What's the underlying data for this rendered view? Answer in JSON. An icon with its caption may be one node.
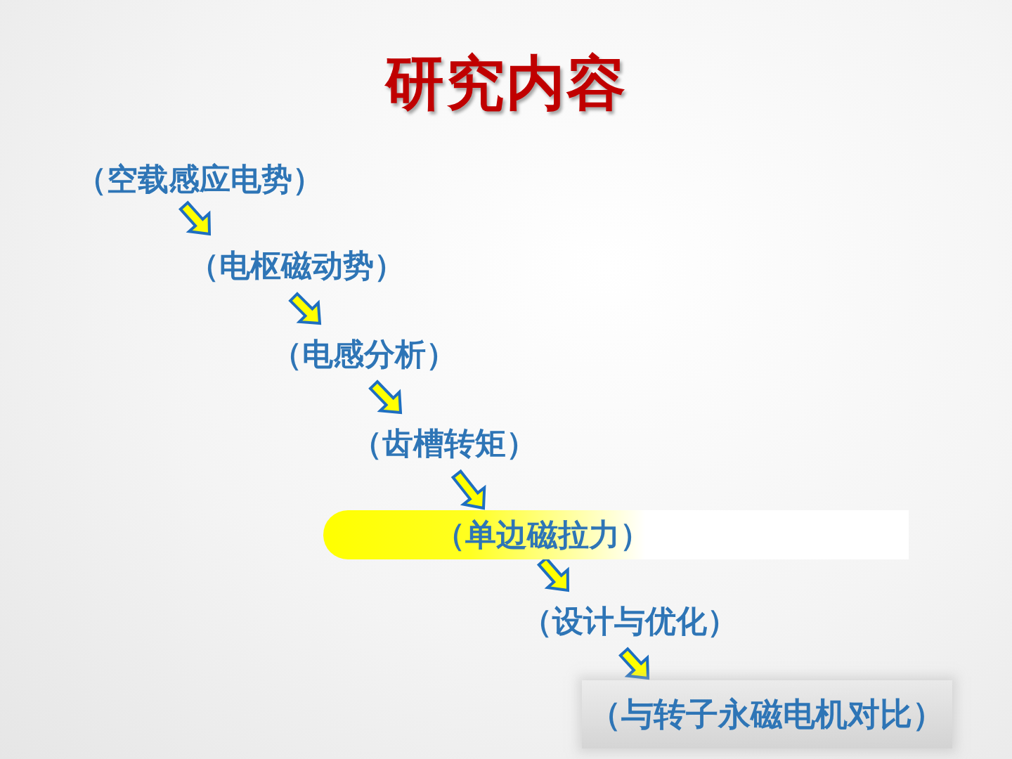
{
  "diagram": {
    "title": "研究内容",
    "nodes": [
      {
        "text": [
          "（空载感应电势）"
        ]
      },
      {
        "text": [
          "（电枢磁动势）"
        ]
      },
      {
        "text": [
          "（电感分析）"
        ]
      },
      {
        "text": [
          "（齿槽转矩）"
        ]
      },
      {
        "text": [
          "（单边磁拉力）"
        ]
      },
      {
        "text": [
          "（设计与优化）"
        ]
      },
      {
        "text": [
          "（与转子永磁电机对比）"
        ]
      }
    ],
    "edges": [
      {
        "from": 0,
        "to": 1,
        "arrow": "to"
      },
      {
        "from": 1,
        "to": 2,
        "arrow": "to"
      },
      {
        "from": 2,
        "to": 3,
        "arrow": "to"
      },
      {
        "from": 3,
        "to": 4,
        "arrow": "to"
      },
      {
        "from": 4,
        "to": 5,
        "arrow": "to"
      },
      {
        "from": 5,
        "to": 6,
        "arrow": "to"
      }
    ]
  }
}
